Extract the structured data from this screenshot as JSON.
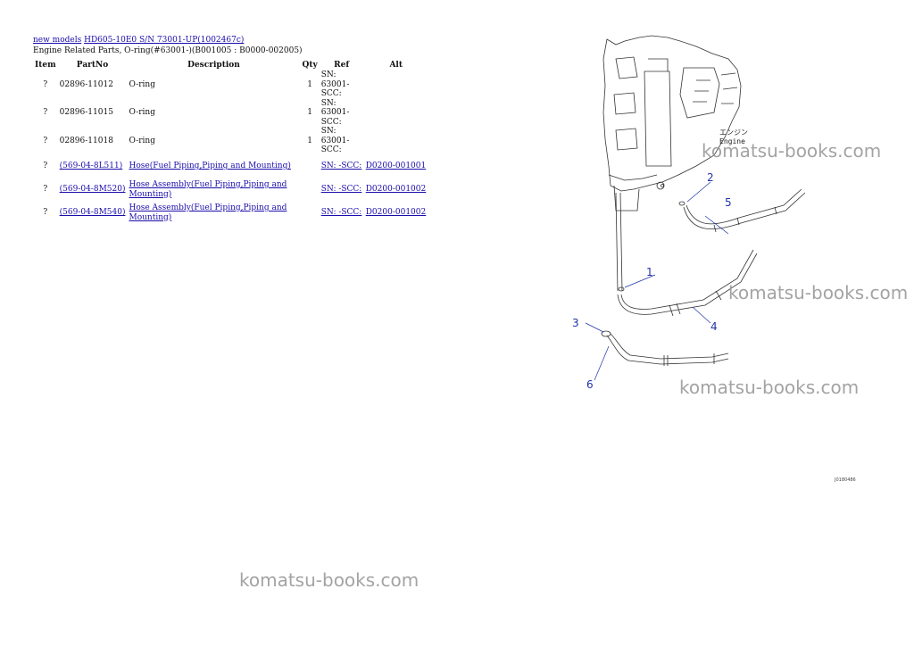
{
  "breadcrumb": {
    "link1": "new models",
    "link2": "HD605-10E0 S/N 73001-UP(1002467c)"
  },
  "subtitle": "Engine Related Parts, O-ring(#63001-)(B001005 : B0000-002005)",
  "table": {
    "headers": [
      "Item",
      "PartNo",
      "Description",
      "Qty",
      "Ref",
      "Alt"
    ],
    "rows": [
      {
        "item": "?",
        "part_no": "02896-11012",
        "description": "O-ring",
        "qty": "1",
        "ref": "SN: 63001-SCC:",
        "alt": ""
      },
      {
        "item": "?",
        "part_no": "02896-11015",
        "description": "O-ring",
        "qty": "1",
        "ref": "SN: 63001-SCC:",
        "alt": ""
      },
      {
        "item": "?",
        "part_no": "02896-11018",
        "description": "O-ring",
        "qty": "1",
        "ref": "SN: 63001-SCC:",
        "alt": ""
      },
      {
        "item": "?",
        "part_no": "(569-04-8L511)",
        "description": "Hose(Fuel Piping,Piping and Mounting)",
        "qty": "",
        "ref": "SN: -SCC:",
        "alt": "D0200-001001"
      },
      {
        "item": "?",
        "part_no": "(569-04-8M520)",
        "description": "Hose Assembly(Fuel Piping,Piping and Mounting)",
        "qty": "",
        "ref": "SN: -SCC:",
        "alt": "D0200-001002"
      },
      {
        "item": "?",
        "part_no": "(569-04-8M540)",
        "description": "Hose Assembly(Fuel Piping,Piping and Mounting)",
        "qty": "",
        "ref": "SN: -SCC:",
        "alt": "D0200-001002"
      }
    ]
  },
  "diagram": {
    "callouts": [
      "1",
      "2",
      "3",
      "4",
      "5",
      "6"
    ],
    "engine_label_jp": "エンジン",
    "engine_label_en": "Engine",
    "figure_code": "J0180486"
  },
  "watermark": "komatsu-books.com",
  "colors": {
    "link": "#1a0dab",
    "callout": "#1f33a8",
    "watermark": "#9a9a9a"
  }
}
